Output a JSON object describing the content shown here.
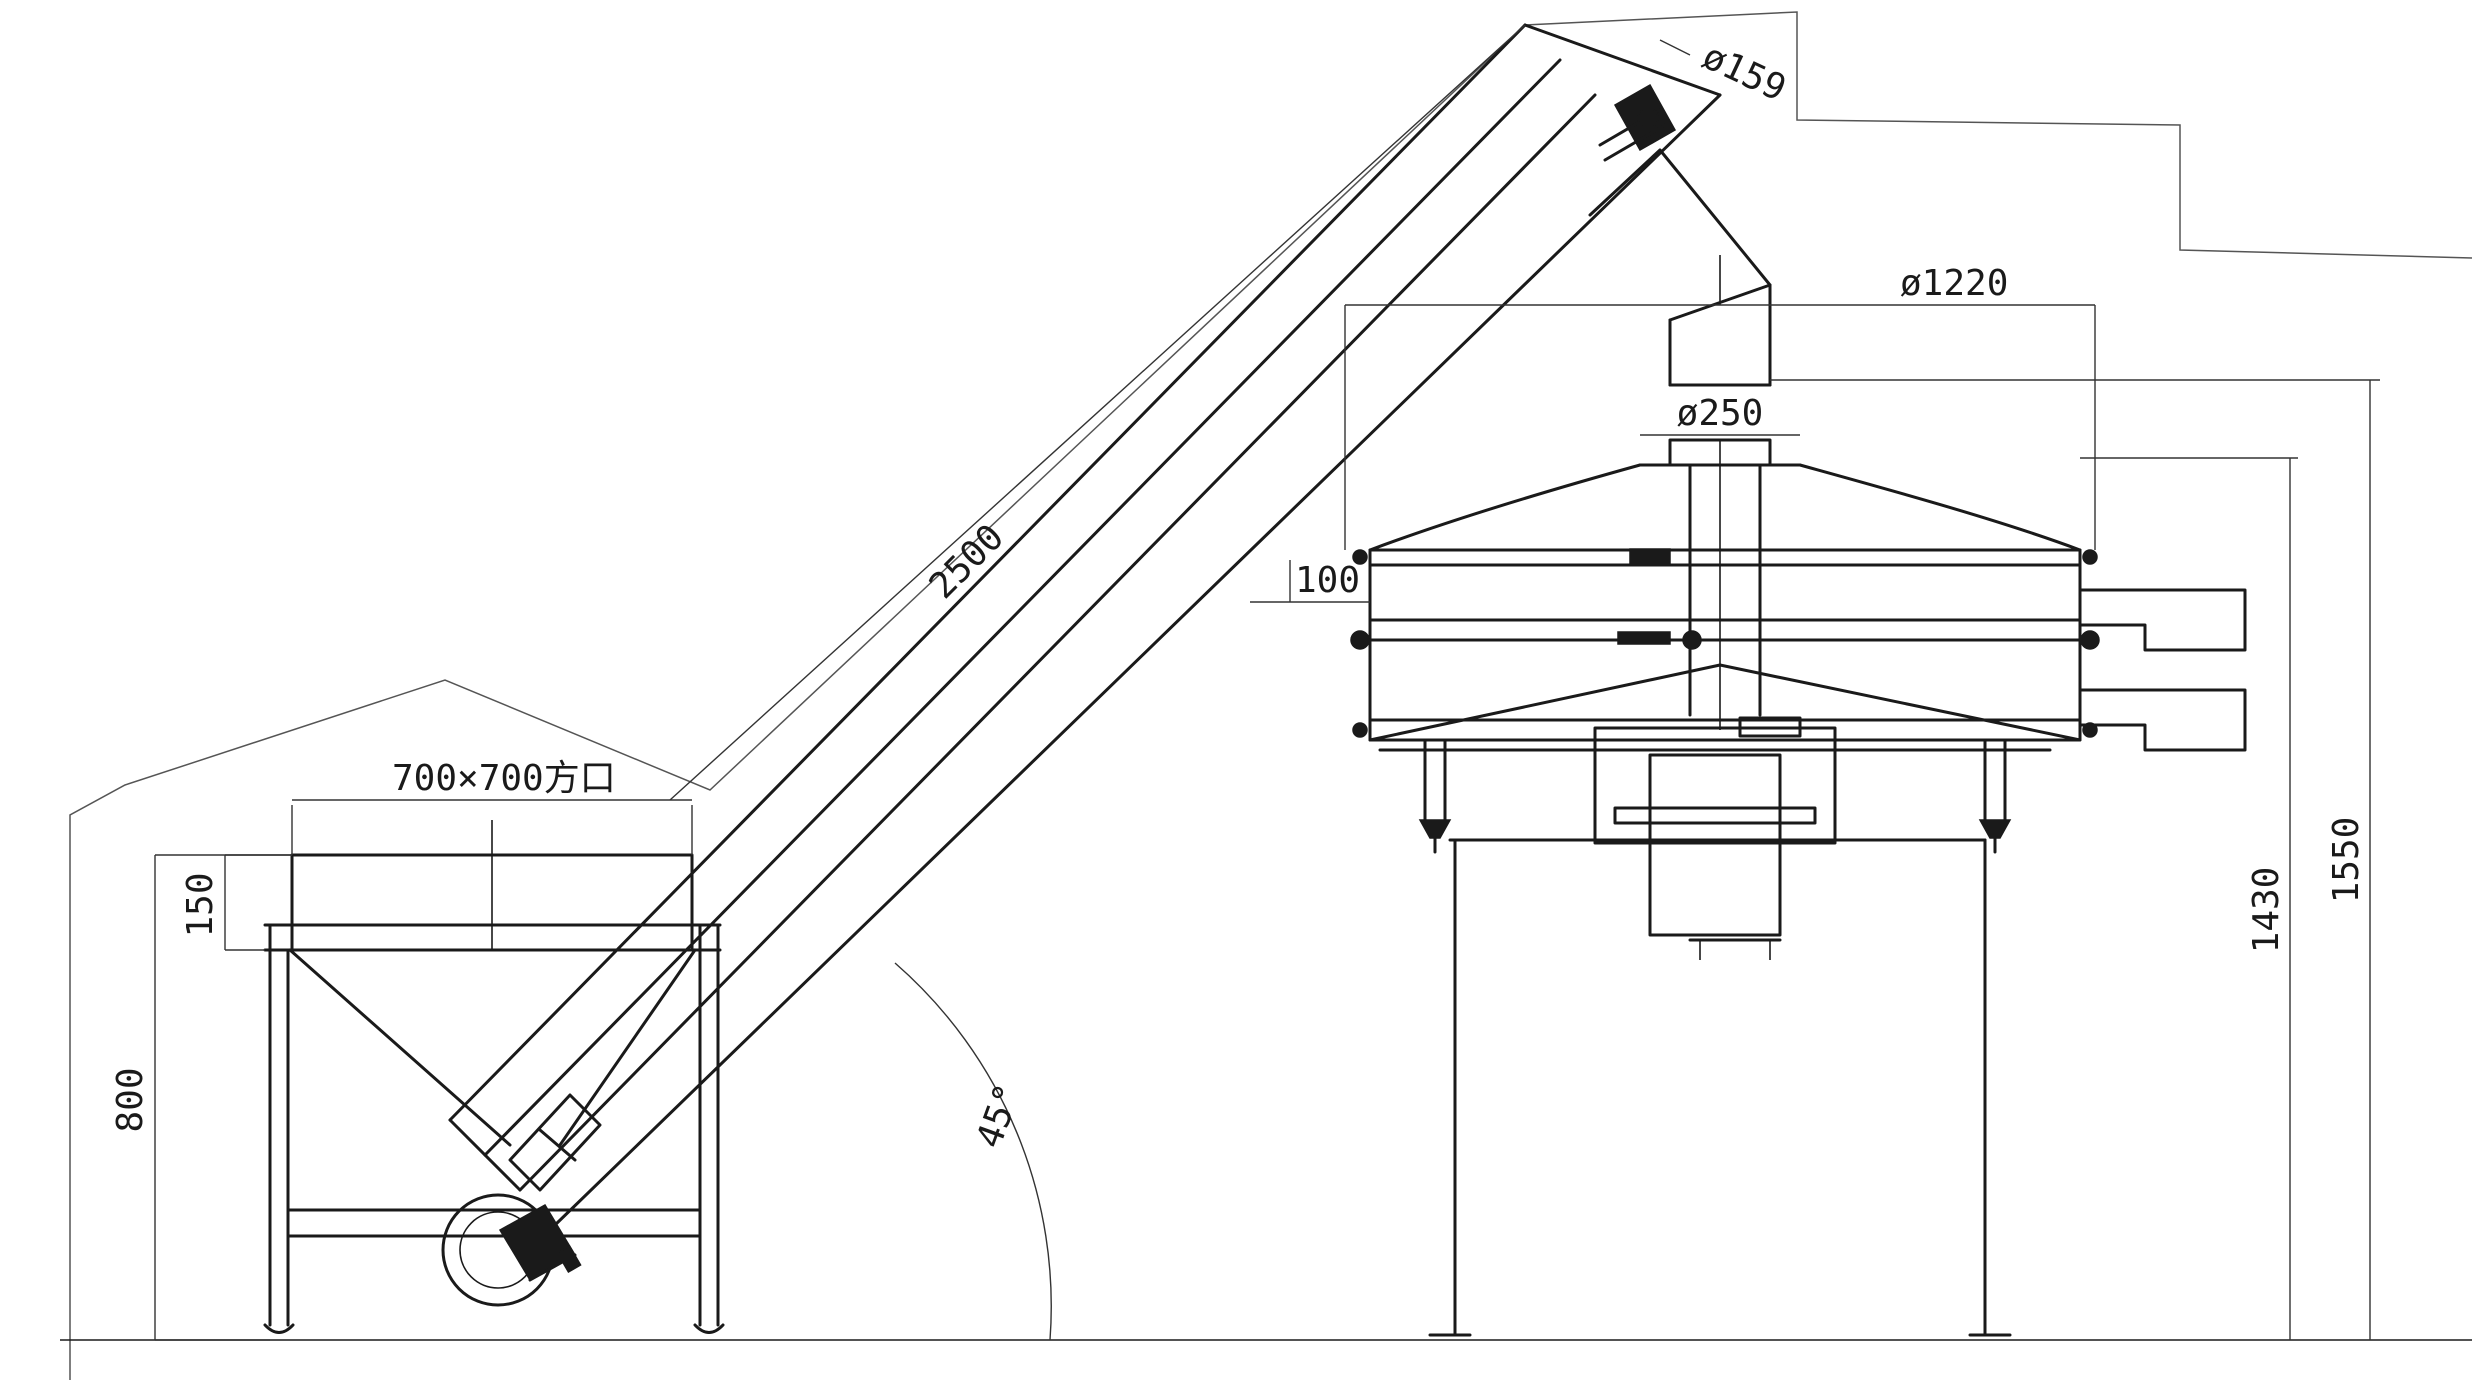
{
  "drawing": {
    "labels": {
      "inlet": "700×700方口",
      "hopper_rim": "150",
      "hopper_height": "800",
      "conveyor_length": "2500",
      "angle": "45°",
      "outlet_dia": "ø159",
      "screen_dia": "ø1220",
      "inlet_dia": "ø250",
      "layer": "100",
      "screen_base_height": "1430",
      "total_height": "1550"
    }
  }
}
